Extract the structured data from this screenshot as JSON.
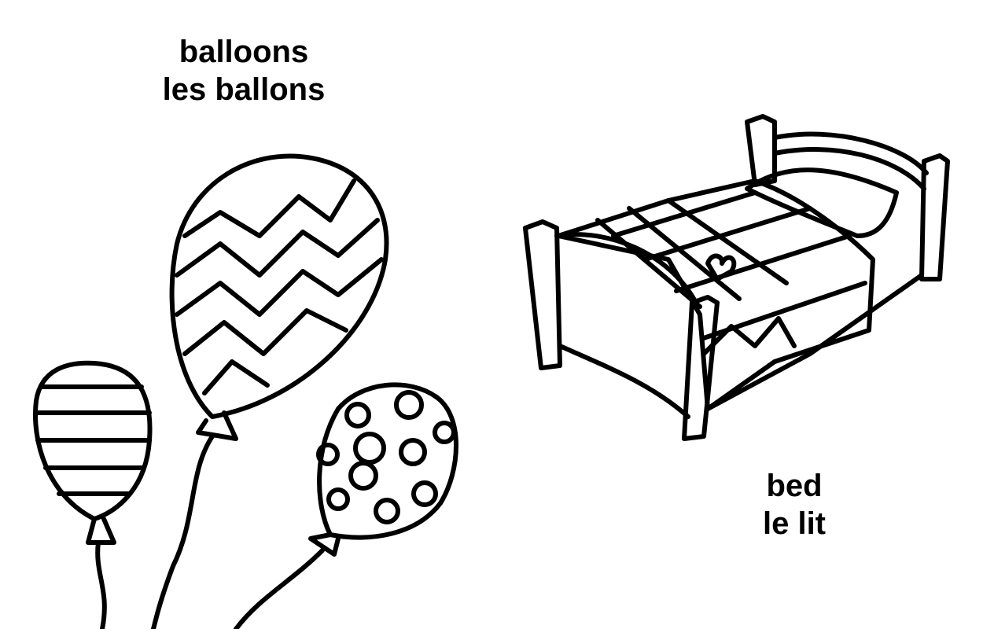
{
  "balloons": {
    "line1": "balloons",
    "line2": "les ballons"
  },
  "bed": {
    "line1": "bed",
    "line2": "le lit"
  }
}
